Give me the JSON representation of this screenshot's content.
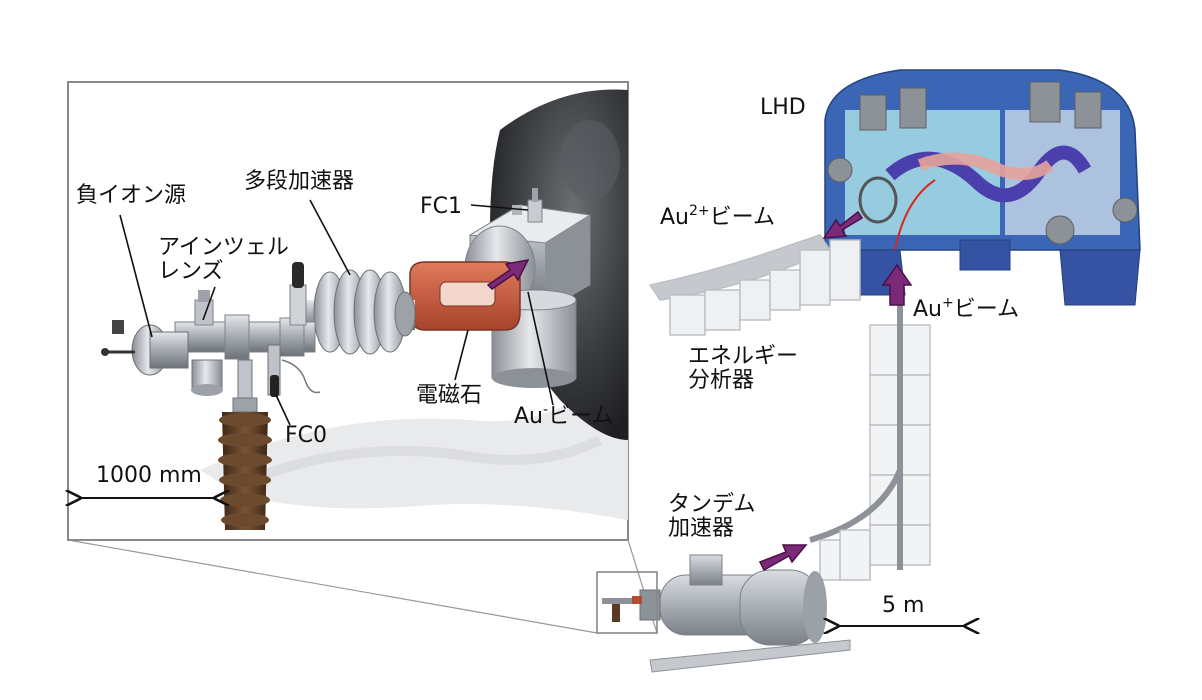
{
  "labels": {
    "neg_ion_source": "負イオン源",
    "multistage_accel": "多段加速器",
    "fc1": "FC1",
    "einzel_lens_1": "アインツェル",
    "einzel_lens_2": "レンズ",
    "magnet": "電磁石",
    "fc0": "FC0",
    "au_minus_beam_base": "Au",
    "au_minus_beam_sup": "-",
    "au_minus_beam_tail": "ビーム",
    "scale_inset": "1000 mm",
    "lhd": "LHD",
    "au2_beam_base": "Au",
    "au2_beam_sup": "2+",
    "au2_beam_tail": "ビーム",
    "au_plus_beam_base": "Au",
    "au_plus_beam_sup": "+",
    "au_plus_beam_tail": "ビーム",
    "energy_analyzer_1": "エネルギー",
    "energy_analyzer_2": "分析器",
    "tandem_1": "タンデム",
    "tandem_2": "加速器",
    "scale_main": "5 m"
  },
  "colors": {
    "beam_arrow": "#7a2a78",
    "beam_arrow_edge": "#4a1047",
    "magnet": "#c8593f",
    "metal": "#b8bcc2",
    "metal_dark": "#7d8288",
    "lhd_blue": "#3a66b5",
    "lhd_cyan": "#a8dde6",
    "insulator": "#5a3a22",
    "tank": "#aeb3bb"
  }
}
